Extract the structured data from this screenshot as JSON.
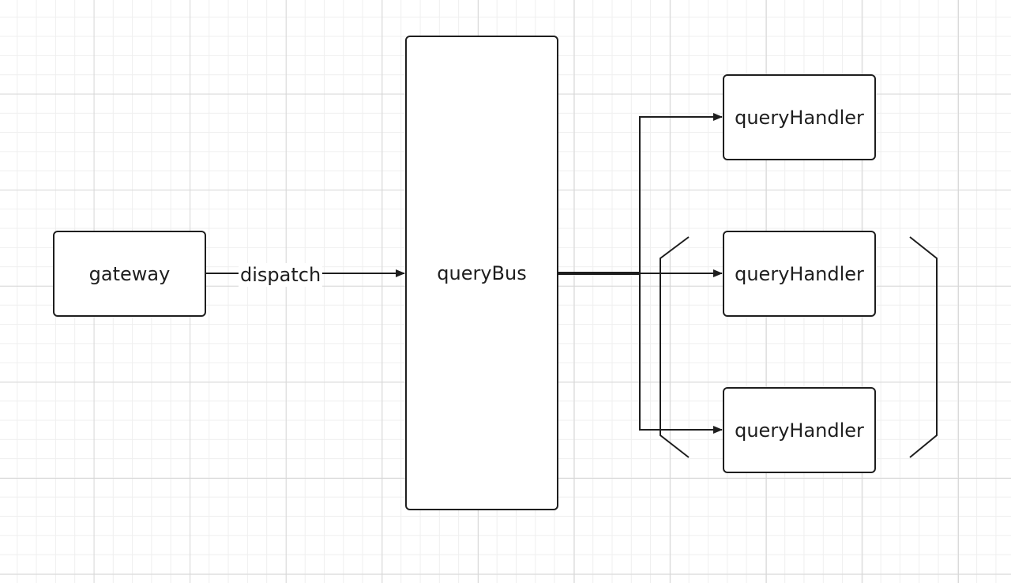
{
  "nodes": {
    "gateway": "gateway",
    "query_bus": "queryBus",
    "handlers": [
      "queryHandler",
      "queryHandler",
      "queryHandler"
    ]
  },
  "edges": {
    "gateway_to_bus_label": "dispatch"
  },
  "colors": {
    "stroke": "#1e1e1e",
    "grid_major": "#d7d7d7",
    "grid_minor": "#efefef",
    "background": "#ffffff"
  }
}
